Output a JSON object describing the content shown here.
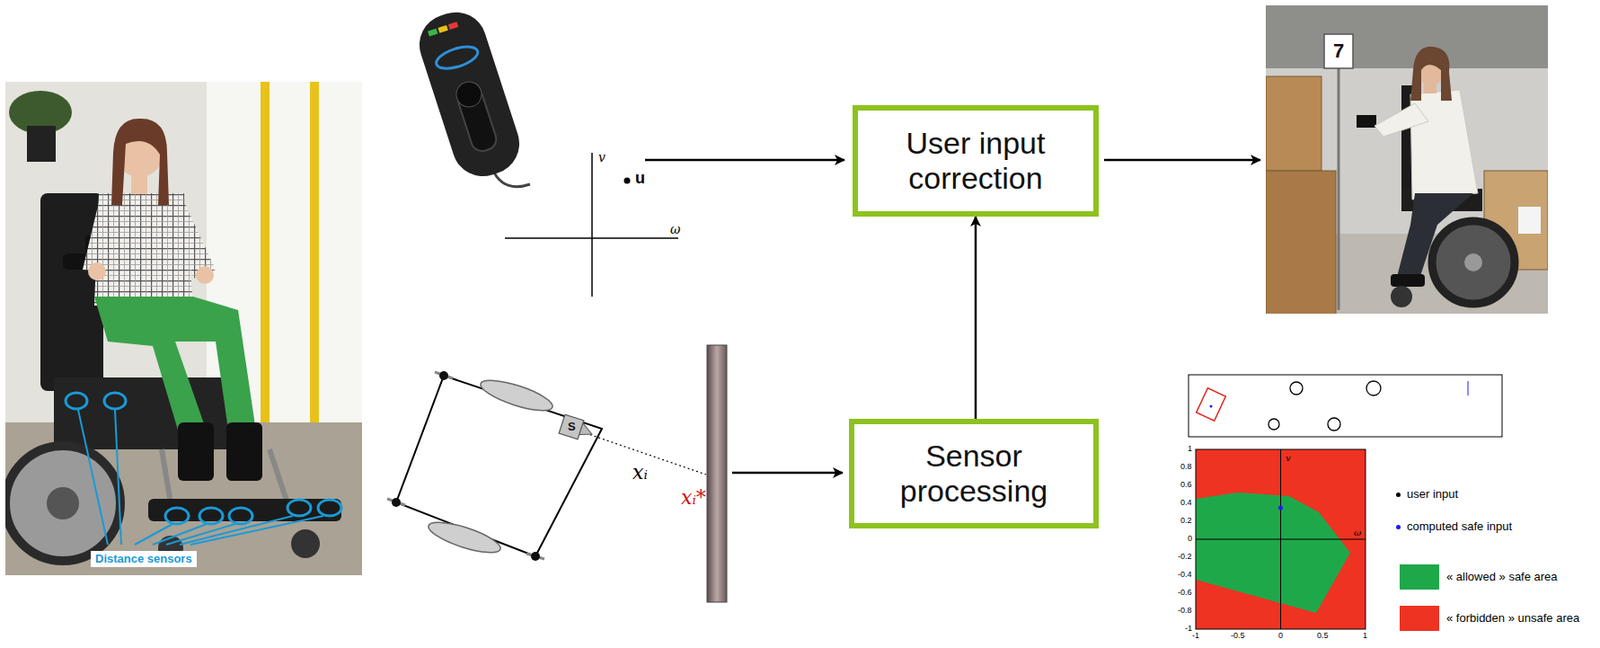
{
  "diagram": {
    "nodes": [
      {
        "text": [
          "User input correction"
        ]
      },
      {
        "text": [
          "Sensor processing"
        ]
      }
    ],
    "edges": [
      {
        "from": 1,
        "to": 0,
        "arrow": "to"
      }
    ],
    "labels": [
      "Distance sensors",
      "v",
      "ω",
      "u",
      "S",
      "xᵢ",
      "xᵢ*",
      "7",
      "v",
      "ω",
      "1",
      "0.8",
      "0.6",
      "0.4",
      "0.2",
      "0",
      "-0.2",
      "-0.4",
      "-0.6",
      "-0.8",
      "-1",
      "-1",
      "-0.5",
      "0",
      "0.5",
      "1"
    ],
    "legend": [
      {
        "text": "user input",
        "color": "#000000"
      },
      {
        "text": "computed safe input",
        "color": "#1a1aff"
      },
      {
        "text": "« allowed » safe area",
        "color": "#1fa84a"
      },
      {
        "text": "« forbidden » unsafe area",
        "color": "#ee3322"
      }
    ]
  }
}
